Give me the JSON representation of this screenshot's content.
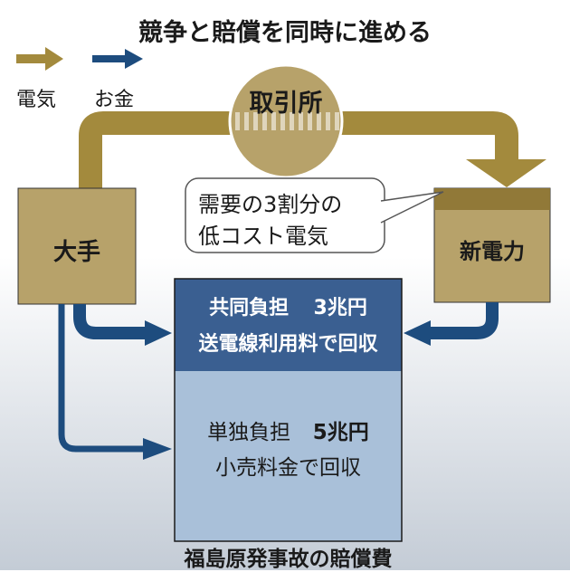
{
  "title": "競争と賠償を同時に進める",
  "legend": {
    "electricity_label": "電気",
    "money_label": "お金"
  },
  "exchange": {
    "label": "取引所"
  },
  "major_utility": {
    "label": "大手"
  },
  "new_power": {
    "label": "新電力"
  },
  "callout": {
    "line1": "需要の3割分の",
    "line2": "低コスト電気"
  },
  "joint_burden": {
    "line1_label": "共同負担",
    "line1_amount": "3兆円",
    "line2": "送電線利用料で回収"
  },
  "sole_burden": {
    "line1_label": "単独負担",
    "line1_amount": "5兆円",
    "line2": "小売料金で回収"
  },
  "caption": "福島原発事故の賠償費",
  "colors": {
    "electricity": "#a38a3d",
    "money": "#1d4c7e",
    "box_fill": "#b7a26a",
    "joint_fill": "#3a5f91",
    "sole_fill": "#a9c0d9",
    "gradient_bottom": "#c4ccd6"
  }
}
